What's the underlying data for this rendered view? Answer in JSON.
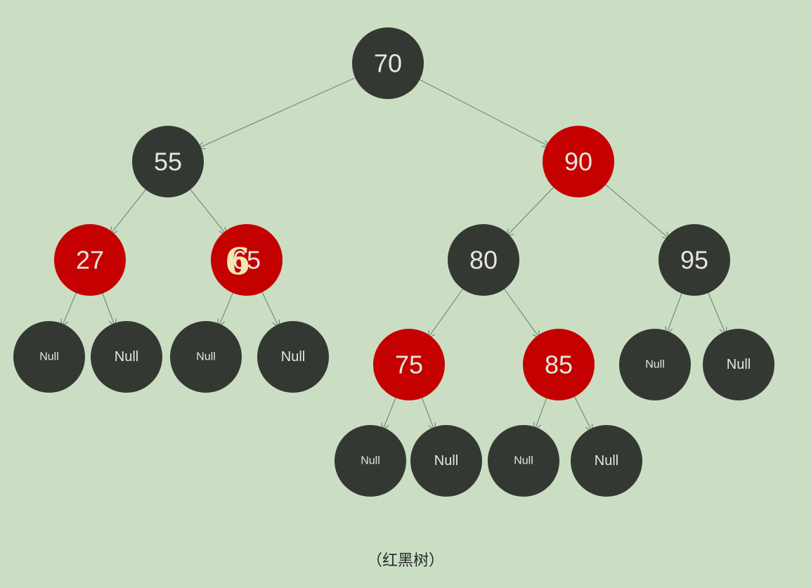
{
  "caption": "（红黑树）",
  "colors": {
    "background": "#cbdec4",
    "black_node": "#343832",
    "red_node": "#c40000",
    "edge": "#6f8f7c",
    "label": "#e6e6dc"
  },
  "tree": {
    "nodes": [
      {
        "id": "n70",
        "label": "70",
        "color": "black"
      },
      {
        "id": "n55",
        "label": "55",
        "color": "black"
      },
      {
        "id": "n90",
        "label": "90",
        "color": "red"
      },
      {
        "id": "n27",
        "label": "27",
        "color": "red"
      },
      {
        "id": "n65",
        "label": "65",
        "color": "red",
        "overlay": "6"
      },
      {
        "id": "n80",
        "label": "80",
        "color": "black"
      },
      {
        "id": "n95",
        "label": "95",
        "color": "black"
      },
      {
        "id": "n27a",
        "label": "Null",
        "color": "black"
      },
      {
        "id": "n27b",
        "label": "Null",
        "color": "black"
      },
      {
        "id": "n65a",
        "label": "Null",
        "color": "black"
      },
      {
        "id": "n65b",
        "label": "Null",
        "color": "black"
      },
      {
        "id": "n75",
        "label": "75",
        "color": "red"
      },
      {
        "id": "n85",
        "label": "85",
        "color": "red"
      },
      {
        "id": "n95a",
        "label": "Null",
        "color": "black"
      },
      {
        "id": "n95b",
        "label": "Null",
        "color": "black"
      },
      {
        "id": "n75a",
        "label": "Null",
        "color": "black"
      },
      {
        "id": "n75b",
        "label": "Null",
        "color": "black"
      },
      {
        "id": "n85a",
        "label": "Null",
        "color": "black"
      },
      {
        "id": "n85b",
        "label": "Null",
        "color": "black"
      }
    ],
    "edges": [
      [
        "n70",
        "n55"
      ],
      [
        "n70",
        "n90"
      ],
      [
        "n55",
        "n27"
      ],
      [
        "n55",
        "n65"
      ],
      [
        "n90",
        "n80"
      ],
      [
        "n90",
        "n95"
      ],
      [
        "n27",
        "n27a"
      ],
      [
        "n27",
        "n27b"
      ],
      [
        "n65",
        "n65a"
      ],
      [
        "n65",
        "n65b"
      ],
      [
        "n80",
        "n75"
      ],
      [
        "n80",
        "n85"
      ],
      [
        "n95",
        "n95a"
      ],
      [
        "n95",
        "n95b"
      ],
      [
        "n75",
        "n75a"
      ],
      [
        "n75",
        "n75b"
      ],
      [
        "n85",
        "n85a"
      ],
      [
        "n85",
        "n85b"
      ]
    ]
  }
}
